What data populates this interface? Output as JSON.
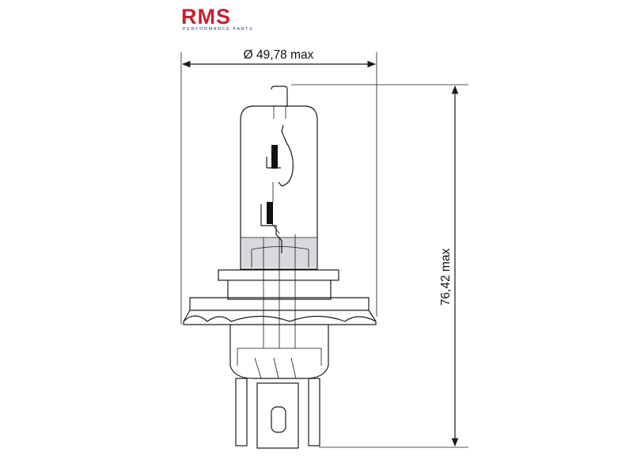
{
  "brand": {
    "name": "RMS",
    "tagline": "PERFORMANCE PARTS",
    "colors": {
      "primary": "#c8202e",
      "secondary": "#243d80"
    }
  },
  "dimensions": {
    "diameter_label": "Ø 49,78 max",
    "height_label": "76,42 max"
  },
  "colors": {
    "glass": "#f3f4f6",
    "glass_band": "#dcdde0",
    "line": "#1a1a1a",
    "filament": "#111111"
  }
}
